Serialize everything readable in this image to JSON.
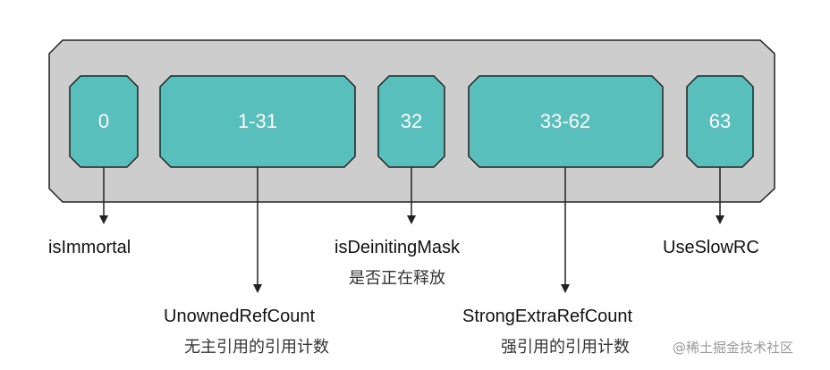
{
  "fields": [
    {
      "bits": "0",
      "name": "isImmortal",
      "desc": ""
    },
    {
      "bits": "1-31",
      "name": "UnownedRefCount",
      "desc": "无主引用的引用计数"
    },
    {
      "bits": "32",
      "name": "isDeinitingMask",
      "desc": "是否正在释放"
    },
    {
      "bits": "33-62",
      "name": "StrongExtraRefCount",
      "desc": "强引用的引用计数"
    },
    {
      "bits": "63",
      "name": "UseSlowRC",
      "desc": ""
    }
  ],
  "watermark": "@稀土掘金技术社区",
  "colors": {
    "cell": "#58bfbd",
    "container": "#cdcdcd",
    "stroke": "#222222"
  }
}
